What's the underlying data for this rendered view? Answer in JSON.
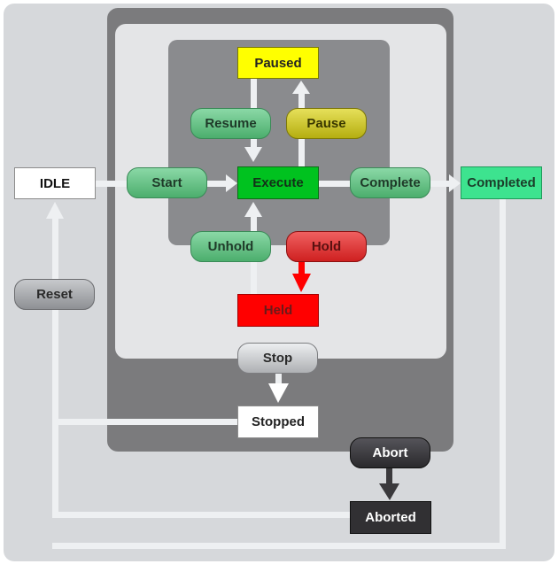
{
  "colors": {
    "outer_bg": "#d6d8db",
    "stop_region": "#7b7b7d",
    "hold_region": "#e4e5e7",
    "pause_region": "#8a8b8e",
    "paused": "#ffff00",
    "execute": "#00c21f",
    "held": "#ff0000",
    "completed": "#3de38f",
    "idle": "#ffffff",
    "stopped": "#ffffff",
    "aborted": "#313033",
    "cmd_green": "#5cbf7e",
    "cmd_yellow": "#c9c31c",
    "cmd_red": "#e53434",
    "cmd_grey": "#9c9ea1",
    "cmd_dark": "#3b3a3e"
  },
  "states": {
    "idle": "IDLE",
    "paused": "Paused",
    "execute": "Execute",
    "held": "Held",
    "completed": "Completed",
    "stopped": "Stopped",
    "aborted": "Aborted"
  },
  "commands": {
    "start": "Start",
    "resume": "Resume",
    "pause": "Pause",
    "complete": "Complete",
    "unhold": "Unhold",
    "hold": "Hold",
    "reset": "Reset",
    "stop": "Stop",
    "abort": "Abort"
  }
}
